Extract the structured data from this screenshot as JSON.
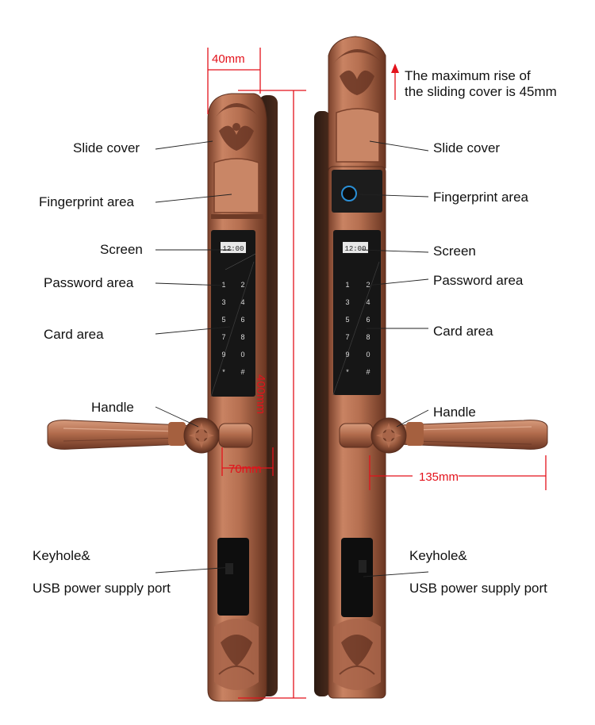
{
  "dimensions": {
    "width_top": "40mm",
    "height": "400mm",
    "handle_offset": "70mm",
    "handle_length": "135mm"
  },
  "note": {
    "line1": "The maximum rise of",
    "line2": "the sliding cover is 45mm"
  },
  "left_labels": {
    "slide_cover": "Slide cover",
    "fingerprint": "Fingerprint area",
    "screen": "Screen",
    "password": "Password area",
    "card": "Card area",
    "handle": "Handle",
    "keyhole": "Keyhole&",
    "usb": "USB power supply port"
  },
  "right_labels": {
    "slide_cover": "Slide cover",
    "fingerprint": "Fingerprint area",
    "screen": "Screen",
    "password": "Password area",
    "card": "Card area",
    "handle": "Handle",
    "keyhole": "Keyhole&",
    "usb": "USB power supply port"
  },
  "screen_time": "12:00",
  "keypad": [
    "1",
    "2",
    "3",
    "4",
    "5",
    "6",
    "7",
    "8",
    "9",
    "0",
    "*",
    "#"
  ],
  "colors": {
    "copper": "#b06a4c",
    "copper_dark": "#6e3a26",
    "copper_light": "#d9a080",
    "panel": "#1a1a1a",
    "dimension_red": "#e3121b"
  }
}
